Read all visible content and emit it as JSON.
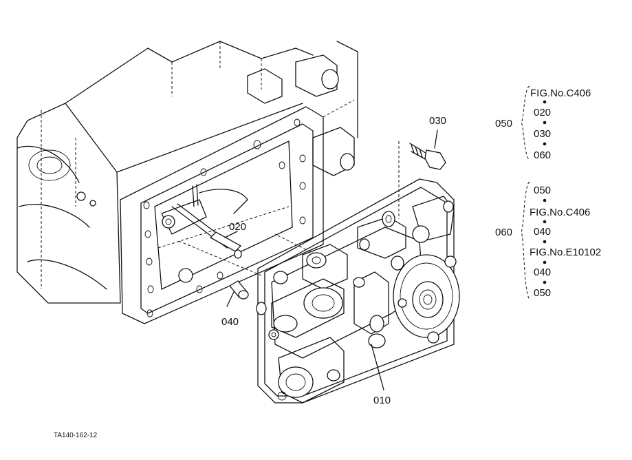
{
  "callouts": {
    "part_010": "010",
    "part_020": "020",
    "part_030": "030",
    "part_040": "040"
  },
  "group_050": {
    "label": "050",
    "items": [
      "FIG.No.C406",
      "020",
      "030",
      "060"
    ]
  },
  "group_060": {
    "label": "060",
    "items": [
      "050",
      "FIG.No.C406",
      "040",
      "FIG.No.E10102",
      "040",
      "050"
    ]
  },
  "figure_code": "TA140-162-12"
}
